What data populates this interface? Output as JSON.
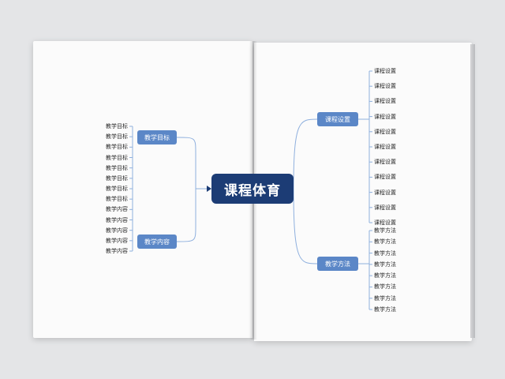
{
  "mindmap": {
    "center_label": "课程体育",
    "colors": {
      "center": "#1c3c75",
      "branch": "#5b87c7",
      "line": "#8fb0de"
    },
    "branches": [
      {
        "label": "教学目标",
        "items": [
          "教学目标",
          "教学目标",
          "教学目标",
          "教学目标",
          "教学目标",
          "教学目标",
          "教学目标",
          "教学目标"
        ]
      },
      {
        "label": "教学内容",
        "items": [
          "教学内容",
          "教学内容",
          "教学内容",
          "教学内容",
          "教学内容"
        ]
      },
      {
        "label": "课程设置",
        "items": [
          "课程设置",
          "课程设置",
          "课程设置",
          "课程设置",
          "课程设置",
          "课程设置",
          "课程设置",
          "课程设置",
          "课程设置",
          "课程设置",
          "课程设置"
        ]
      },
      {
        "label": "教学方法",
        "items": [
          "教学方法",
          "教学方法",
          "教学方法",
          "教学方法",
          "教学方法",
          "教学方法",
          "教学方法",
          "教学方法"
        ]
      }
    ]
  }
}
